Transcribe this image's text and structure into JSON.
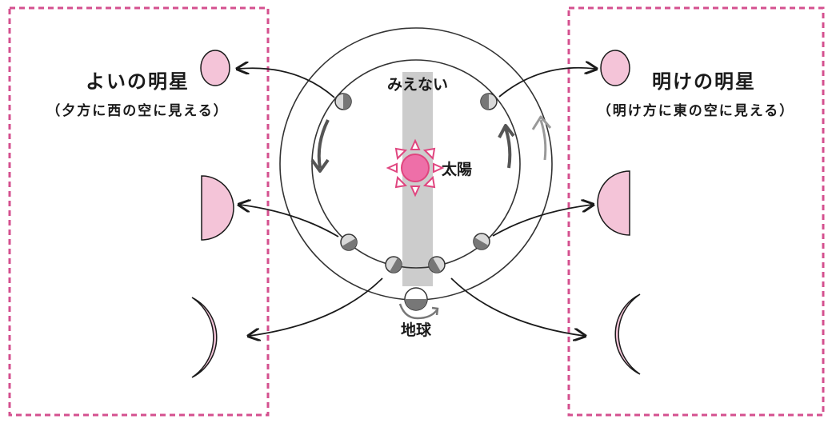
{
  "left_panel": {
    "title": "よいの明星",
    "subtitle": "（夕方に西の空に見える）"
  },
  "right_panel": {
    "title": "明けの明星",
    "subtitle": "（明け方に東の空に見える）"
  },
  "labels": {
    "invisible": "みえない",
    "sun": "太陽",
    "earth": "地球"
  },
  "colors": {
    "panel_border": "#d4508f",
    "phase_fill": "#f4c4d8",
    "sun_fill": "#ee6fa8",
    "sun_rays": "#e0457f",
    "sightline_band": "#cccccc",
    "orbit_line": "#333333",
    "venus_light": "#d9d9d9",
    "venus_dark": "#777777"
  },
  "icons": {
    "sun": "sun-icon",
    "earth": "earth-icon",
    "venus": "venus-position-icon",
    "phase": "venus-phase-icon"
  }
}
